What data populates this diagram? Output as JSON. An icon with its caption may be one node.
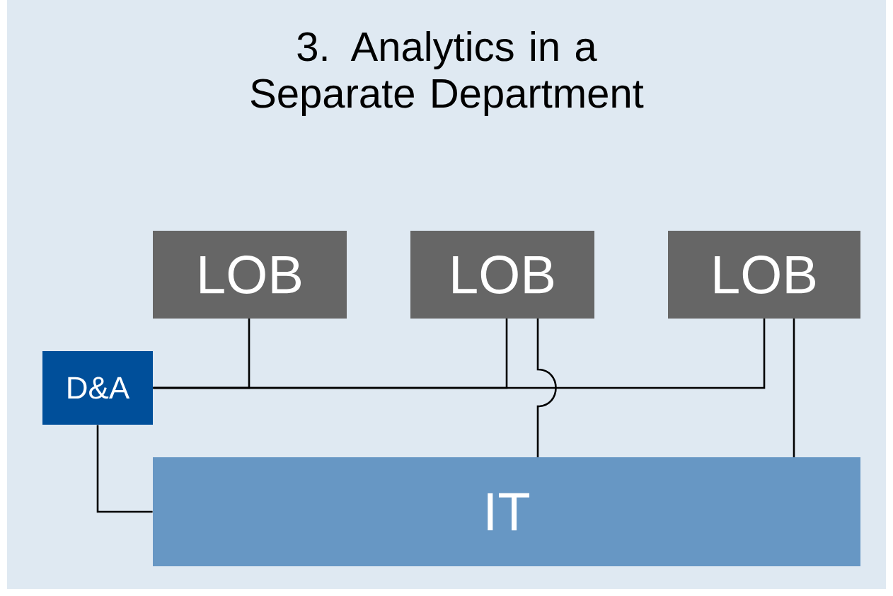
{
  "diagram": {
    "title": "3. Analytics in a Separate Department",
    "nodes": [
      {
        "text": [
          "LOB"
        ]
      },
      {
        "text": [
          "LOB"
        ]
      },
      {
        "text": [
          "LOB"
        ]
      },
      {
        "text": [
          "D&A"
        ]
      },
      {
        "text": [
          "IT"
        ]
      }
    ],
    "edges": [
      {
        "from": 3,
        "to": 0,
        "arrow": "none"
      },
      {
        "from": 3,
        "to": 1,
        "arrow": "none"
      },
      {
        "from": 3,
        "to": 2,
        "arrow": "none"
      },
      {
        "from": 1,
        "to": 4,
        "arrow": "none"
      },
      {
        "from": 2,
        "to": 4,
        "arrow": "none"
      },
      {
        "from": 3,
        "to": 4,
        "arrow": "none"
      }
    ]
  }
}
